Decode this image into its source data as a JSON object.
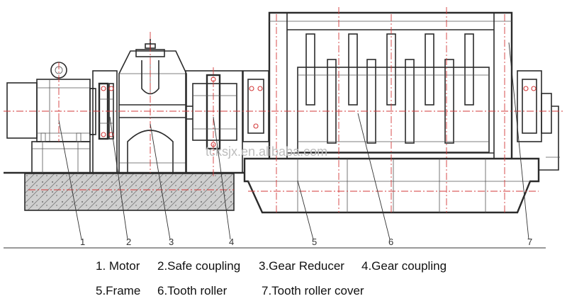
{
  "diagram": {
    "watermark": "tcksjx.en.alibaba.com",
    "callout_numbers": [
      "1",
      "2",
      "3",
      "4",
      "5",
      "6",
      "7"
    ]
  },
  "legend": {
    "row1": [
      "1. Motor",
      "2.Safe coupling",
      "3.Gear Reducer",
      "4.Gear coupling"
    ],
    "row2": [
      "5.Frame",
      "6.Tooth roller",
      "7.Tooth roller cover"
    ]
  },
  "colors": {
    "line": "#2b2b2b",
    "centerline": "#d33a3a",
    "foundation_fill": "#cfcfcf",
    "hatch": "#777777"
  }
}
